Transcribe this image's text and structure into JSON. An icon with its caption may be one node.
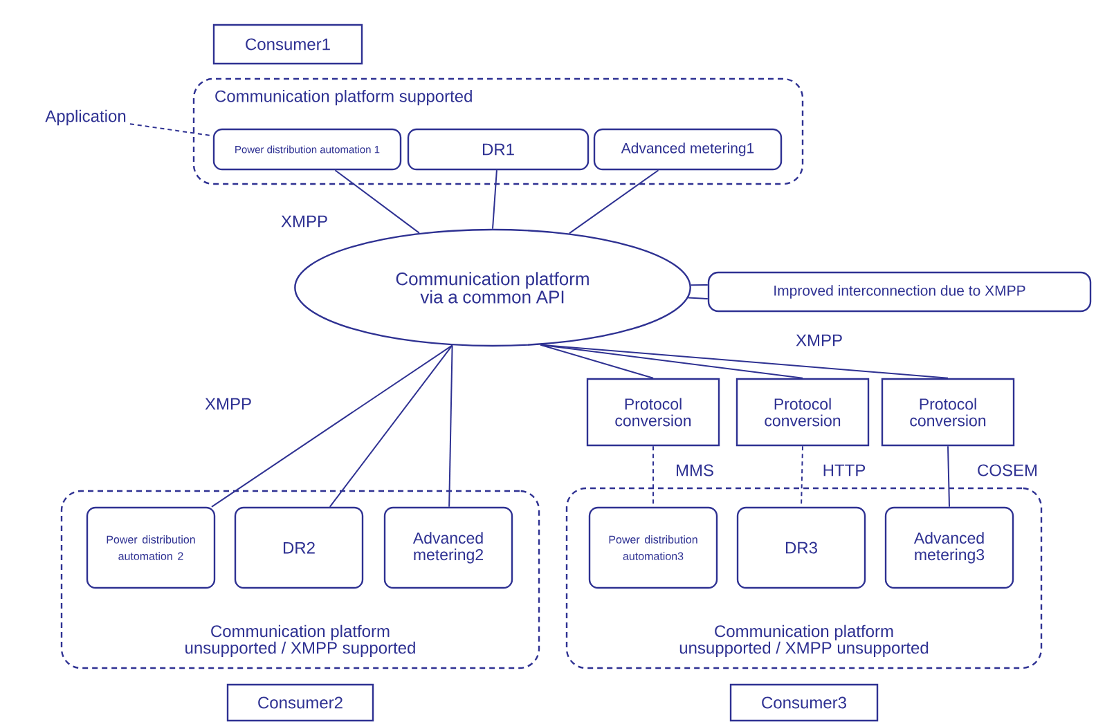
{
  "diagram": {
    "nodes": [
      {
        "text": [
          "Consumer1"
        ]
      },
      {
        "text": [
          "Communication platform supported"
        ]
      },
      {
        "text": [
          "Power distribution automation 1"
        ],
        "in": 1
      },
      {
        "text": [
          "DR1"
        ],
        "in": 1
      },
      {
        "text": [
          "Advanced metering1"
        ],
        "in": 1
      },
      {
        "text": [
          "Application"
        ]
      },
      {
        "text": [
          "Communication platform via a common API"
        ]
      },
      {
        "text": [
          "Improved interconnection due to XMPP"
        ]
      },
      {
        "text": [
          "Protocol conversion"
        ]
      },
      {
        "text": [
          "Protocol conversion"
        ]
      },
      {
        "text": [
          "Protocol conversion"
        ]
      },
      {
        "text": [
          "Communication platform unsupported / XMPP supported"
        ]
      },
      {
        "text": [
          "Power distribution automation 2"
        ],
        "in": 11
      },
      {
        "text": [
          "DR2"
        ],
        "in": 11
      },
      {
        "text": [
          "Advanced metering2"
        ],
        "in": 11
      },
      {
        "text": [
          "Consumer2"
        ]
      },
      {
        "text": [
          "Communication platform unsupported / XMPP unsupported"
        ]
      },
      {
        "text": [
          "Power distribution automation3"
        ],
        "in": 16
      },
      {
        "text": [
          "DR3"
        ],
        "in": 16
      },
      {
        "text": [
          "Advanced metering3"
        ],
        "in": 16
      },
      {
        "text": [
          "Consumer3"
        ]
      }
    ],
    "edges": [
      {
        "from": 5,
        "to": 2,
        "arrow": "none",
        "style": "dashed"
      },
      {
        "from": 2,
        "to": 6,
        "arrow": "none"
      },
      {
        "from": 3,
        "to": 6,
        "arrow": "none"
      },
      {
        "from": 4,
        "to": 6,
        "arrow": "none"
      },
      {
        "from": 7,
        "to": 6,
        "arrow": "none"
      },
      {
        "from": 6,
        "to": 12,
        "arrow": "none"
      },
      {
        "from": 6,
        "to": 13,
        "arrow": "none"
      },
      {
        "from": 6,
        "to": 14,
        "arrow": "none"
      },
      {
        "from": 6,
        "to": 8,
        "arrow": "none"
      },
      {
        "from": 6,
        "to": 9,
        "arrow": "none"
      },
      {
        "from": 6,
        "to": 10,
        "arrow": "none"
      },
      {
        "from": 8,
        "to": 17,
        "arrow": "none",
        "style": "dashed",
        "label": "MMS"
      },
      {
        "from": 9,
        "to": 18,
        "arrow": "none",
        "style": "dashed",
        "label": "HTTP"
      },
      {
        "from": 10,
        "to": 19,
        "arrow": "none",
        "label": "COSEM"
      }
    ],
    "labels": [
      "XMPP",
      "XMPP",
      "XMPP"
    ]
  }
}
